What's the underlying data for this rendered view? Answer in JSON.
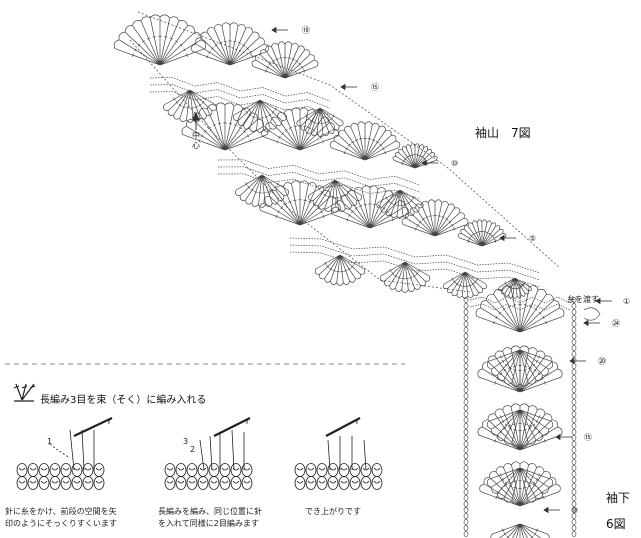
{
  "labels": {
    "sleeve_cap": "袖山　7図",
    "under_sleeve": "袖下",
    "fig6": "6図",
    "center_1": "中",
    "center_2": "心",
    "join_yarn": "糸を渡す"
  },
  "row_markers": [
    "⑱",
    "⑮",
    "⑩",
    "⑤",
    "①",
    "㉔",
    "⑳",
    "⑮",
    "⑩"
  ],
  "instructions": {
    "title": "長編み3目を束（そく）に編み入れる",
    "step1_line1": "針に糸をかけ、前段の空間を矢",
    "step1_line2": "印のようにそっくりすくいます",
    "step2_line1": "長編みを編み、同じ位置に針",
    "step2_line2": "を入れて同様に2目編みます",
    "step3": "でき上がりです",
    "num_1": "1",
    "num_2": "2",
    "num_3": "3"
  },
  "colors": {
    "ink": "#333333",
    "paper": "#ffffff"
  }
}
